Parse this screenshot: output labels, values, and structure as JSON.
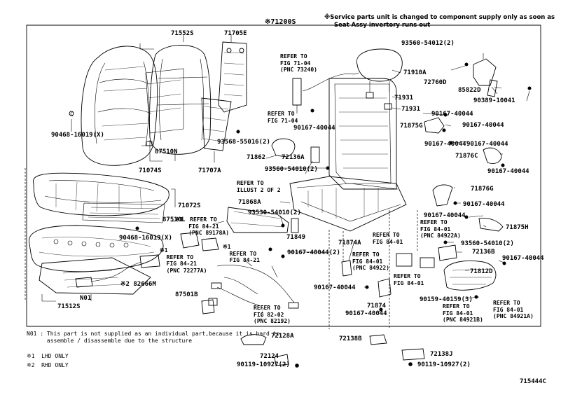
{
  "header": {
    "main_part": "※71200S",
    "service_note_line1": "※Service parts unit is changed to component supply only as soon as",
    "service_note_line2": "Seat Assy invertory runs out"
  },
  "parts": {
    "p71552S": "71552S",
    "p71705E": "71705E",
    "p90468_16019": "90468-16019(X)",
    "p87510N": "87510N",
    "p71074S": "71074S",
    "p71707A": "71707A",
    "p93568": "93568-55016(2)",
    "p71072S": "71072S",
    "p87510L": "87510L",
    "p90468b": "90468-16019(X)",
    "p71868A": "71868A",
    "p93530": "93530-54010(2)",
    "p71849": "71849",
    "p90167_2": "90167-40044(2)",
    "p71862": "71862",
    "p72136A": "72136A",
    "p93560_54010": "93560-54010(2)",
    "p90167_a": "90167-40044",
    "p71910A": "71910A",
    "p93560_54012": "93560-54012(2)",
    "p72760D": "72760D",
    "p85822D": "85822D",
    "p90389": "90389-10041",
    "p71931a": "71931",
    "p71931b": "71931",
    "p90167_b": "90167-40044",
    "p71875G": "71875G",
    "p90167_c": "90167-40044",
    "p90167_d": "90167-40044",
    "p90167_e": "90167-40044",
    "p71876C": "71876C",
    "p90167_f": "90167-40044",
    "p71876G": "71876G",
    "p90167_g": "90167-40044",
    "p90167_h": "90167-40044",
    "p71875H": "71875H",
    "p93560_b": "93560-54010(2)",
    "p72136B": "72136B",
    "p71812D": "71812D",
    "p90167_i": "90167-40044",
    "p90159": "90159-40159(3)",
    "p71874A": "71874A",
    "p90167_j": "90167-40044",
    "p71874": "71874",
    "p90167_k": "90167-40044",
    "p71512S": "71512S",
    "pN01": "N01",
    "p82666M": "※2 82666M",
    "p87501B": "87501B",
    "p72128A": "72128A",
    "p72124": "72124",
    "p90119a": "90119-10927(2)",
    "p72138B": "72138B",
    "p72138J": "72138J",
    "p90119b": "90119-10927(2)"
  },
  "refs": {
    "r_71_04a": "REFER TO\nFIG 71-04\n(PNC 73240)",
    "r_71_04b": "REFER TO\nFIG 71-04",
    "r_illust": "REFER TO\nILLUST 2 OF 2",
    "r_89178": "※1  REFER TO\n    FIG 84-21\n    (PNC 89178A)",
    "r_72277": "※1\n  REFER TO\n  FIG 84-21\n  (PNC 72277A)",
    "r_84_21": "※1\n  REFER TO\n  FIG 84-21",
    "r_82192": "REFER TO\nFIG 82-02\n(PNC 82192)",
    "r_84_01a": "REFER TO\nFIG 84-01",
    "r_84922": "REFER TO\nFIG 84-01\n(PNC 84922)",
    "r_84_01b": "REFER TO\nFIG 84-01",
    "r_84922A": "REFER TO\nFIG 84-01\n(PNC 84922A)",
    "r_84921B": "REFER TO\nFIG 84-01\n(PNC 84921B)",
    "r_84921A": "REFER TO\nFIG 84-01\n(PNC 84921A)"
  },
  "footnotes": {
    "n01_line1": "N01 : This part is not supplied as an individual part,because it is hard to",
    "n01_line2": "      assemble / disassemble due to the structure",
    "lhd": "※1  LHD ONLY",
    "rhd": "※2  RHD ONLY"
  },
  "figure_id": "715444C"
}
